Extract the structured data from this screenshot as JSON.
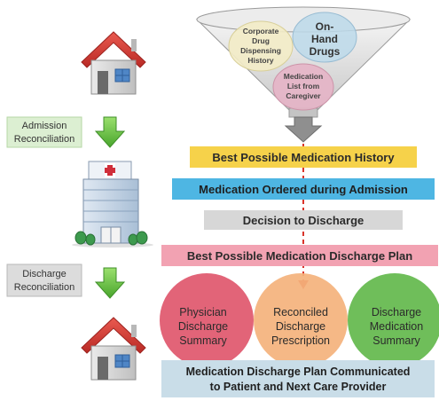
{
  "funnel": {
    "corporate_line1": "Corporate",
    "corporate_line2": "Drug",
    "corporate_line3": "Dispensing",
    "corporate_line4": "History",
    "onhand_line1": "On-",
    "onhand_line2": "Hand",
    "onhand_line3": "Drugs",
    "medlist_line1": "Medication",
    "medlist_line2": "List from",
    "medlist_line3": "Caregiver"
  },
  "left": {
    "admission_line1": "Admission",
    "admission_line2": "Reconciliation",
    "discharge_line1": "Discharge",
    "discharge_line2": "Reconciliation"
  },
  "steps": {
    "bpmh": "Best Possible Medication History",
    "ordered": "Medication Ordered during Admission",
    "decision": "Decision to Discharge",
    "plan": "Best Possible Medication Discharge Plan"
  },
  "circles": {
    "physician_line1": "Physician",
    "physician_line2": "Discharge",
    "physician_line3": "Summary",
    "reconciled_line1": "Reconciled",
    "reconciled_line2": "Discharge",
    "reconciled_line3": "Prescription",
    "discharge_line1": "Discharge",
    "discharge_line2": "Medication",
    "discharge_line3": "Summary"
  },
  "final": {
    "line1": "Medication Discharge Plan Communicated",
    "line2": "to Patient and Next Care Provider"
  },
  "colors": {
    "bpmh_bar": "#f6d24a",
    "ordered_bar": "#4eb6e3",
    "decision_bar": "#d7d7d7",
    "plan_bar": "#f2a2b2",
    "physician_circle": "#e0576c",
    "reconciled_circle": "#f4b27c",
    "discharge_circle": "#63b84c",
    "final_box": "#c9dde8",
    "dashed_line": "#d9342b",
    "green_arrow": "#6cc246",
    "roof": "#d23b35"
  }
}
